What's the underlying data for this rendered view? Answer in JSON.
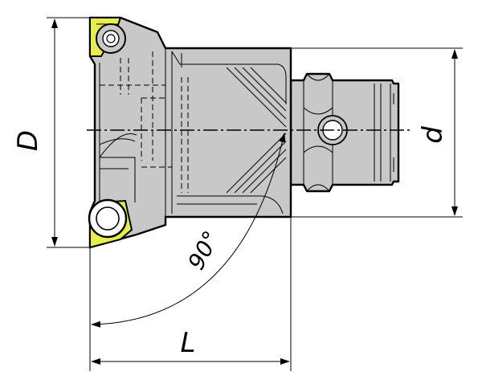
{
  "labels": {
    "diameter_big": "D",
    "diameter_small": "d",
    "length": "L",
    "angle": "90°"
  },
  "colors": {
    "insert": "#e6ee4e",
    "body": "#c8c8c8",
    "line": "#000000"
  }
}
